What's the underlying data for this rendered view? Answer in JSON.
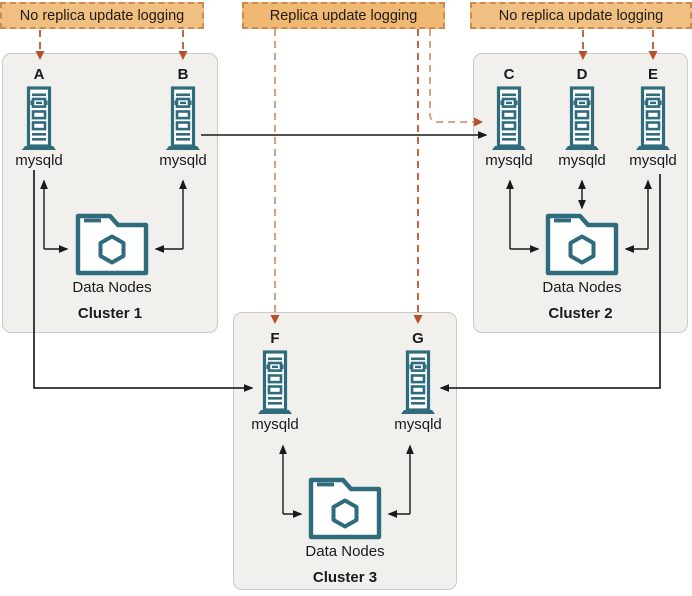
{
  "banners": [
    {
      "label": "No replica update logging"
    },
    {
      "label": "Replica update logging"
    },
    {
      "label": "No replica update logging"
    }
  ],
  "clusters": [
    {
      "name": "Cluster 1",
      "data_nodes_label": "Data Nodes",
      "servers": [
        {
          "letter": "A",
          "process": "mysqld"
        },
        {
          "letter": "B",
          "process": "mysqld"
        }
      ]
    },
    {
      "name": "Cluster 2",
      "data_nodes_label": "Data Nodes",
      "servers": [
        {
          "letter": "C",
          "process": "mysqld"
        },
        {
          "letter": "D",
          "process": "mysqld"
        },
        {
          "letter": "E",
          "process": "mysqld"
        }
      ]
    },
    {
      "name": "Cluster 3",
      "data_nodes_label": "Data Nodes",
      "servers": [
        {
          "letter": "F",
          "process": "mysqld"
        },
        {
          "letter": "G",
          "process": "mysqld"
        }
      ]
    }
  ],
  "connections": {
    "replication_links": [
      {
        "from": "B",
        "to": "C",
        "style": "solid-black"
      },
      {
        "from": "A",
        "to": "F",
        "style": "solid-black"
      },
      {
        "from": "E",
        "to": "G",
        "style": "solid-black"
      }
    ],
    "annotation_links": [
      {
        "banner": "No replica update logging",
        "targets": [
          "A",
          "B"
        ]
      },
      {
        "banner": "Replica update logging",
        "targets": [
          "C",
          "F",
          "G"
        ]
      },
      {
        "banner": "No replica update logging",
        "targets": [
          "D",
          "E"
        ]
      }
    ],
    "internal_links": "Each mysqld has a bidirectional arrow to its cluster's Data Nodes folder"
  },
  "colors": {
    "icon_teal": "#2e6b7c",
    "cluster_fill": "#f2f0ed",
    "cluster_border": "#cccac6",
    "banner_fill_outer": "#f0bf82",
    "banner_fill_center": "#efb873",
    "banner_border": "#ce8a50",
    "dashed_line_dark": "#c1683c",
    "dashed_line_light": "#d2a183",
    "dashed_arrowhead": "#b5512b",
    "solid_line": "#1a1a1a"
  }
}
